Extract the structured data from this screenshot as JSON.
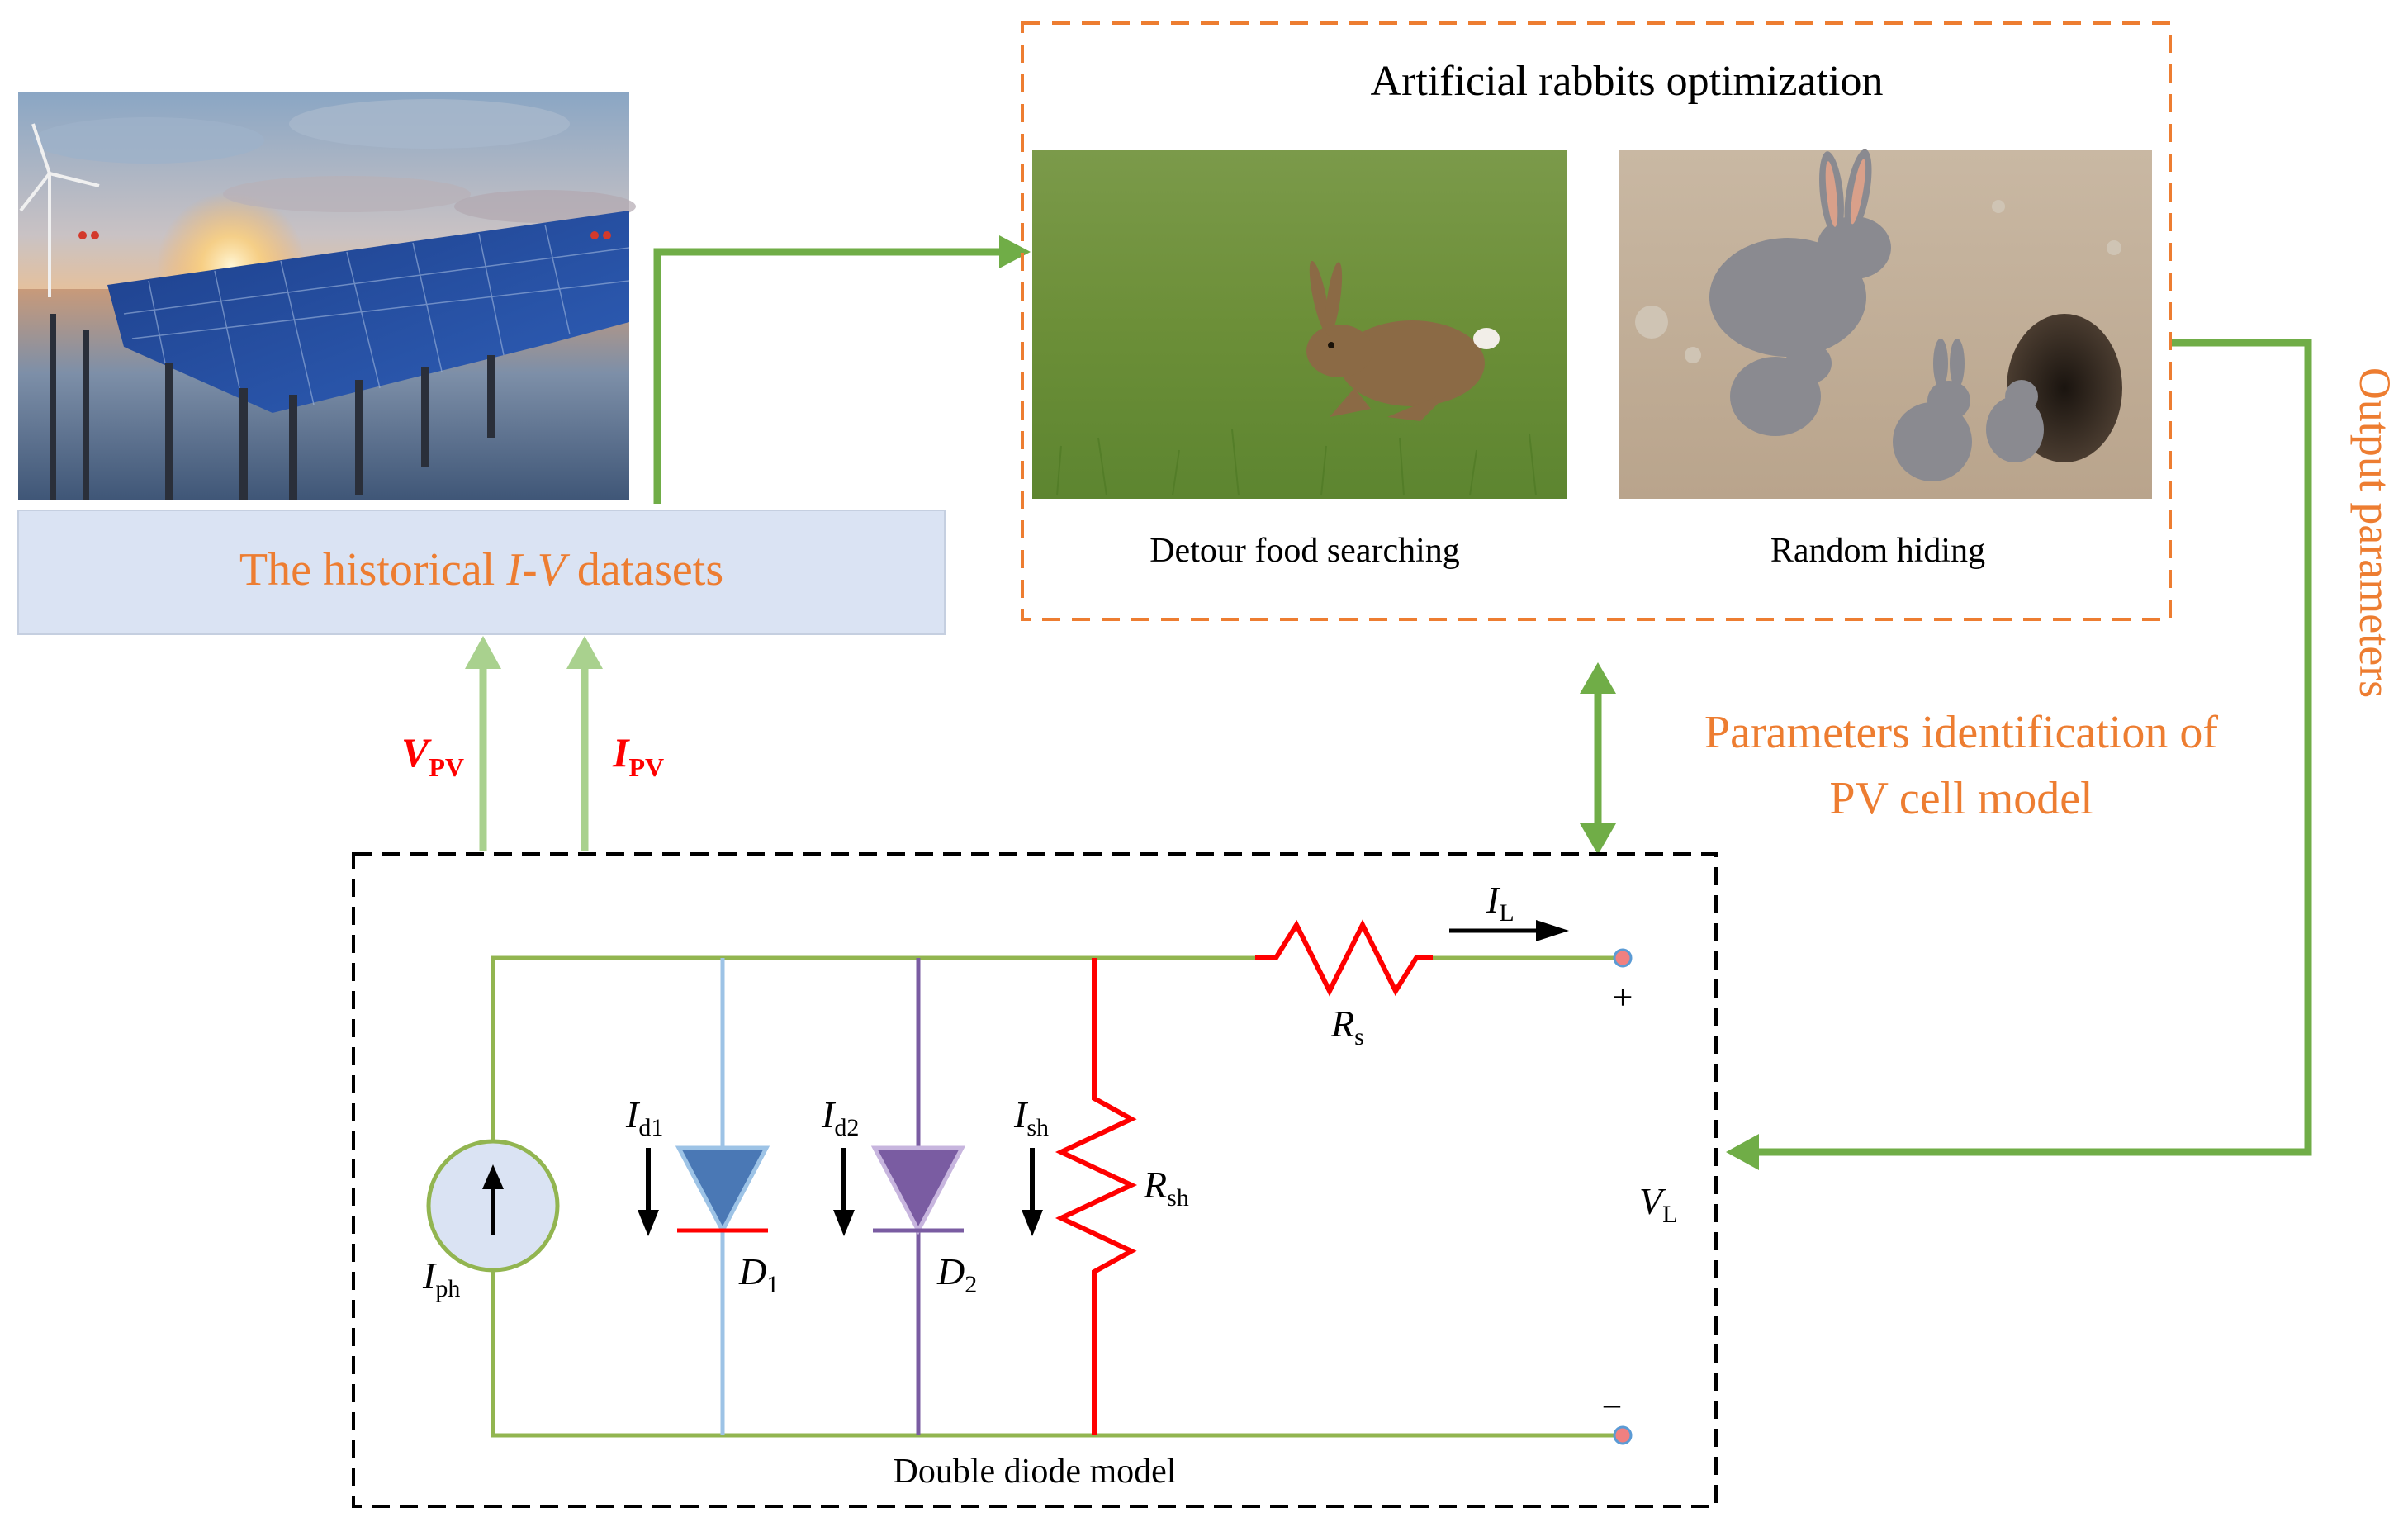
{
  "aro": {
    "title": "Artificial rabbits optimization",
    "left_caption": "Detour food searching",
    "right_caption": "Random hiding"
  },
  "dataset": {
    "prefix": "The historical ",
    "italic": "I-V",
    "suffix": " datasets"
  },
  "signals": {
    "v_main": "V",
    "v_sub": "PV",
    "i_main": "I",
    "i_sub": "PV"
  },
  "param_id": {
    "line1": "Parameters identification of",
    "line2": "PV cell model"
  },
  "output_label": "Output parameters",
  "circuit": {
    "title": "Double diode model",
    "iph_main": "I",
    "iph_sub": "ph",
    "id1_main": "I",
    "id1_sub": "d1",
    "id2_main": "I",
    "id2_sub": "d2",
    "ish_main": "I",
    "ish_sub": "sh",
    "d1_main": "D",
    "d1_sub": "1",
    "d2_main": "D",
    "d2_sub": "2",
    "rsh_main": "R",
    "rsh_sub": "sh",
    "rs_main": "R",
    "rs_sub": "s",
    "il_main": "I",
    "il_sub": "L",
    "vl_main": "V",
    "vl_sub": "L",
    "plus": "+",
    "minus": "−"
  },
  "colors": {
    "orange": "#ed7d31",
    "green_dark": "#70ad47",
    "green_light": "#a9d18e",
    "wire": "#92b550",
    "red": "#ff0000",
    "blue": "#9dc3e6",
    "diode_blue": "#4a78b5",
    "purple": "#7a5ca2",
    "dataset_fill": "#dae3f3"
  }
}
